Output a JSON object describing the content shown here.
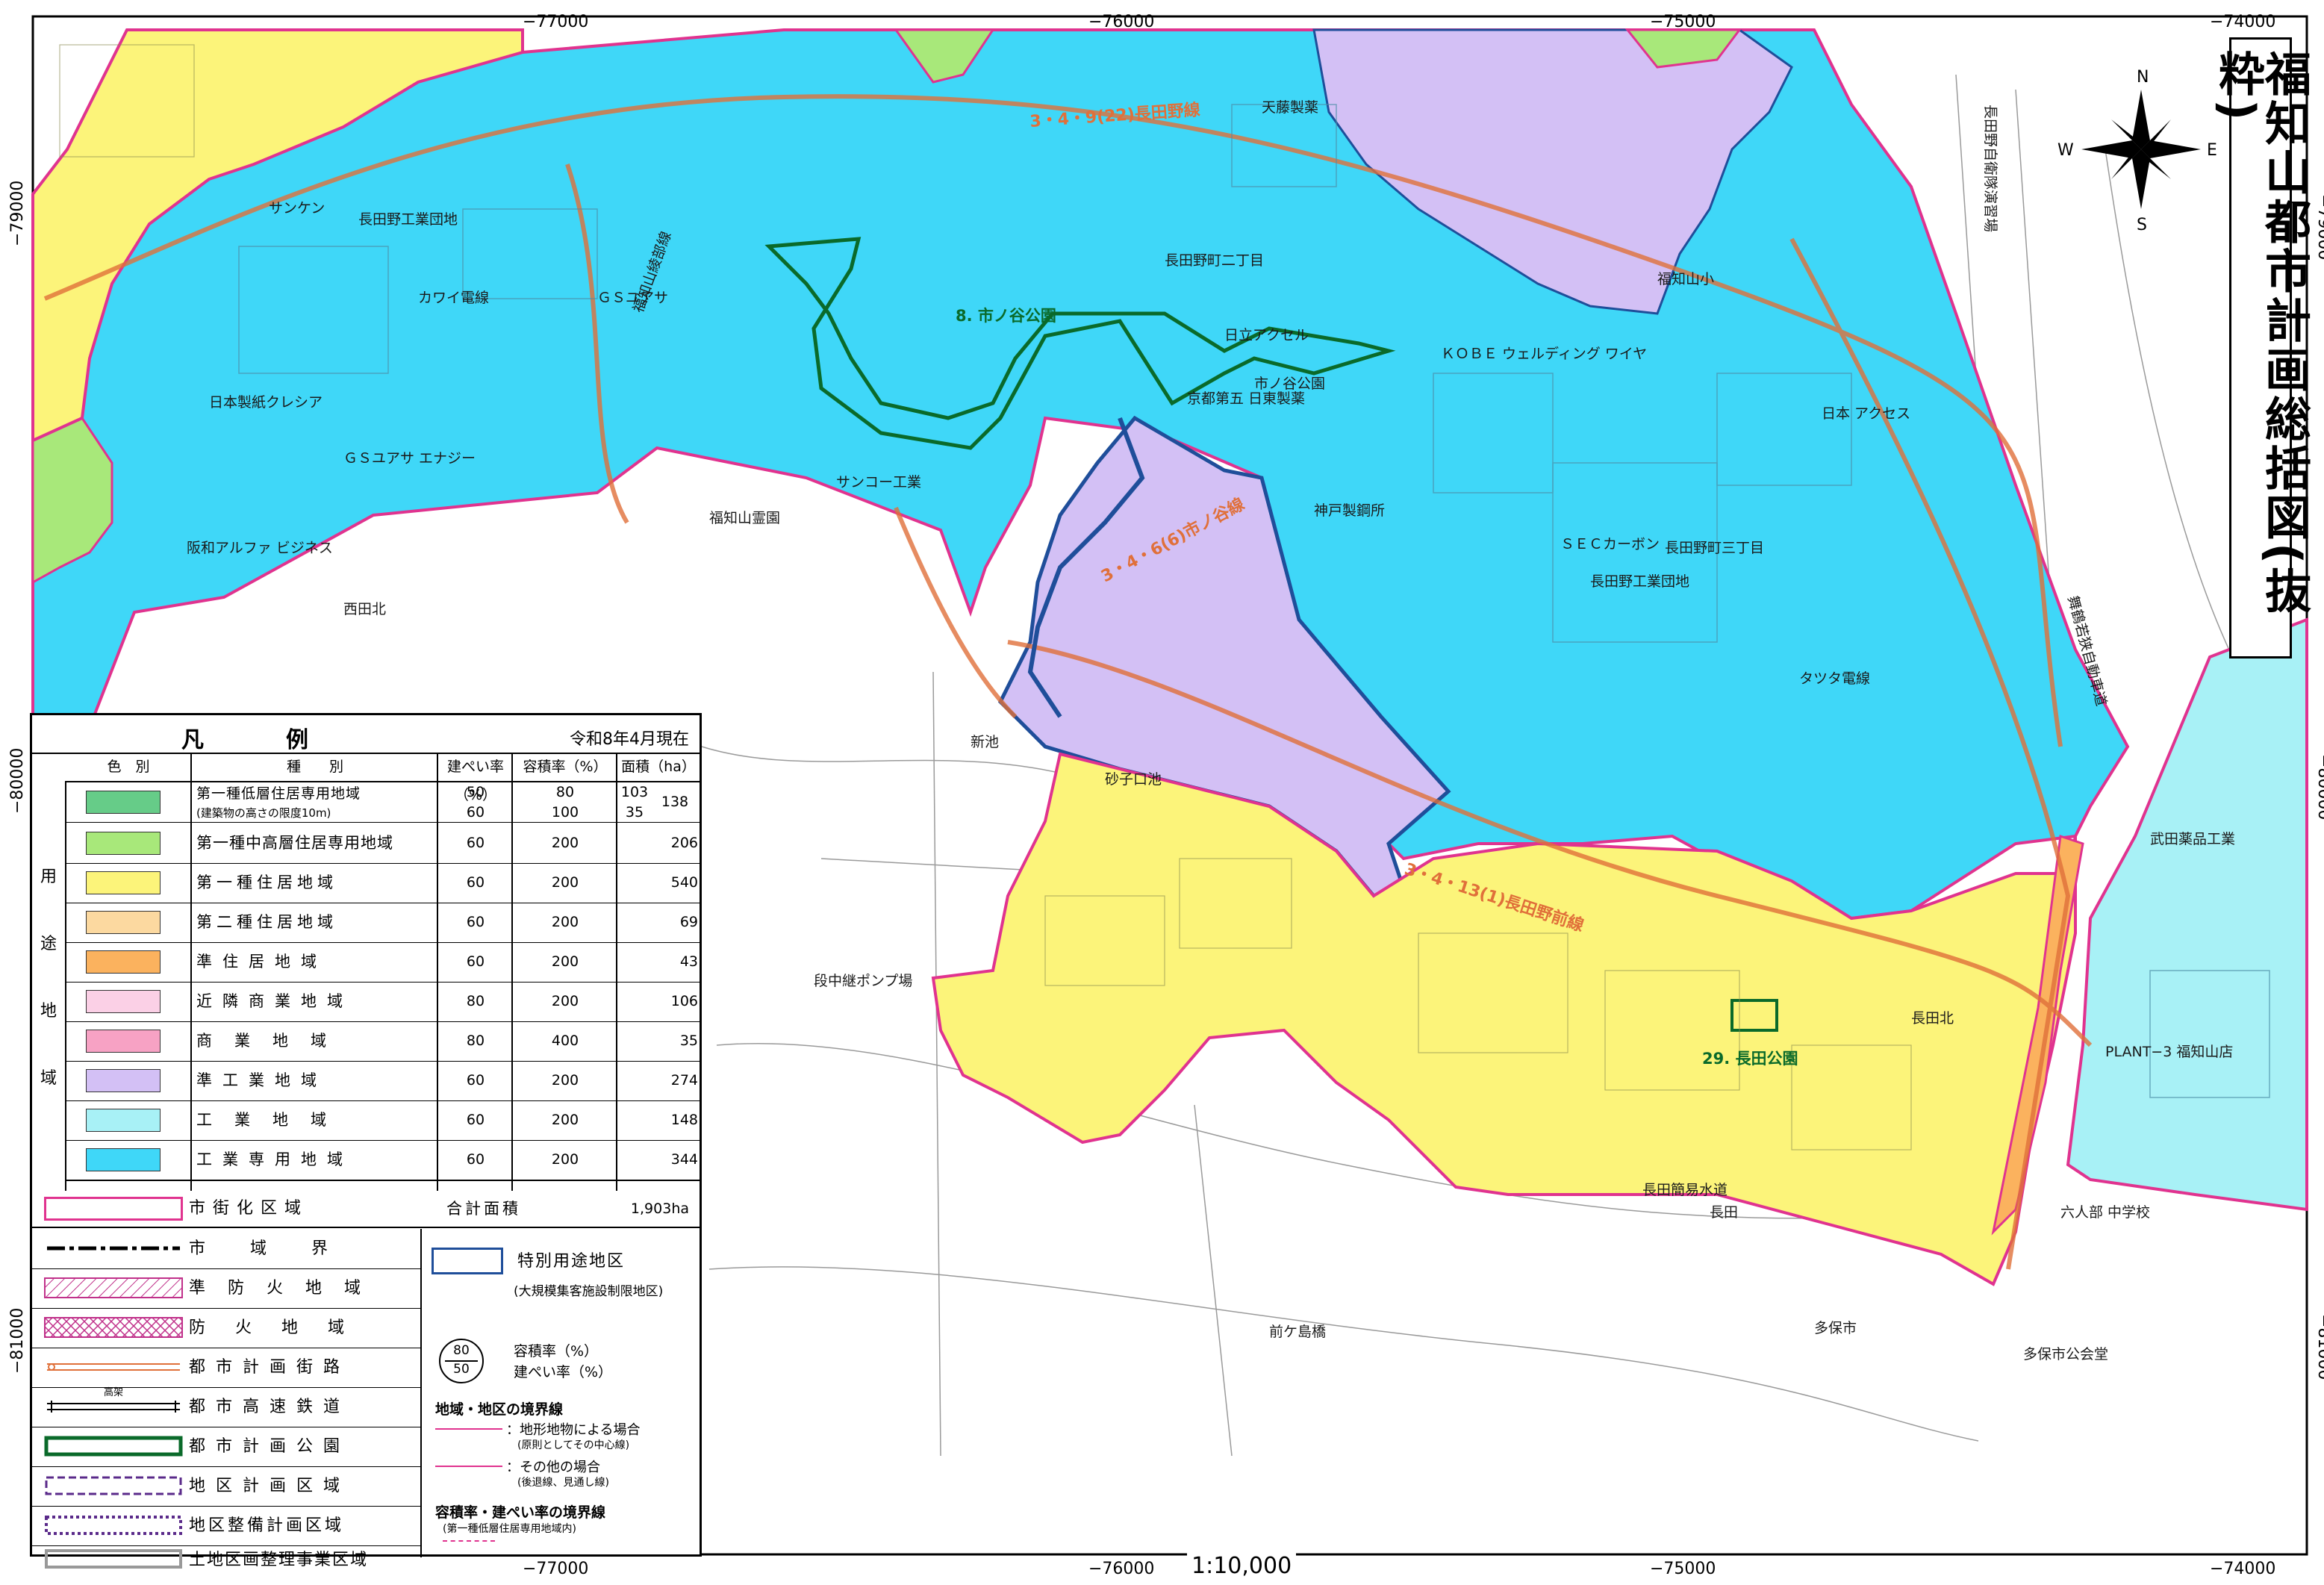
{
  "title": "福知山都市計画総括図(抜粋)",
  "scale": "1:10,000",
  "grid": {
    "top_x_labels": [
      "−77000",
      "−76000",
      "−75000",
      "−74000"
    ],
    "bottom_x_labels": [
      "−77000",
      "−76000",
      "−75000",
      "−74000"
    ],
    "left_y_labels": [
      "−79000",
      "−80000",
      "−81000"
    ],
    "right_y_labels": [
      "−79000",
      "−80000",
      "−81000"
    ]
  },
  "compass": {
    "n": "N",
    "s": "S",
    "e": "E",
    "w": "W"
  },
  "place_labels": [
    "長田野工業団地",
    "サンケン",
    "カワイ電線",
    "ＧＳユアサ",
    "日本製紙クレシア",
    "ＧＳユアサ エナジー",
    "阪和アルファ ビジネス",
    "西田北",
    "日立アクセル",
    "ＫＯＢＥ ウェルディング ワイヤ",
    "神戸製鋼所",
    "ＳＥＣカーボン",
    "長田野町三丁目",
    "長田野工業団地",
    "タツタ電線",
    "日本 アクセス",
    "長田野町二丁目",
    "天藤製薬",
    "福知山小",
    "京都第五 日東製薬",
    "市ノ谷公園",
    "サンコー工業",
    "福知山霊園",
    "砂子口池",
    "新池",
    "長田北",
    "PLANT−3 福知山店",
    "武田薬品工業",
    "多保市",
    "六人部 中学校",
    "多保市公会堂",
    "長田簡易水道",
    "長田",
    "前ケ島橋",
    "長田野自衛隊演習場",
    "段中継ポンプ場"
  ],
  "map_labels": {
    "park_8": "8. 市ノ谷公園",
    "park_29": "29. 長田公園",
    "road_1": "3・4・9(22)長田野線",
    "road_2": "3・4・6(6)市ノ谷線",
    "road_3": "3・4・13(1)長田野前線",
    "road_4": "舞鶴若狭自動車道",
    "road_5": "福知山綾部線"
  },
  "legend": {
    "title": "凡　例",
    "date": "令和8年4月現在",
    "headers": {
      "color": "色　別",
      "kind": "種　　別",
      "bcr": "建ぺい率（%）",
      "far": "容積率（%）",
      "area": "面積（ha）"
    },
    "group_label": [
      "用",
      "途",
      "地",
      "域"
    ],
    "zones": [
      {
        "name": "第一種低層住居専用地域",
        "sub": "(建築物の高さの限度10m)",
        "bcr": [
          "50",
          "60"
        ],
        "far": [
          "80",
          "100"
        ],
        "area_split": [
          "103",
          "35"
        ],
        "area": "138",
        "color": "#66cc88"
      },
      {
        "name": "第一種中高層住居専用地域",
        "bcr": "60",
        "far": "200",
        "area": "206",
        "color": "#a8e87a"
      },
      {
        "name": "第一種住居地域",
        "bcr": "60",
        "far": "200",
        "area": "540",
        "color": "#fcf47a"
      },
      {
        "name": "第二種住居地域",
        "bcr": "60",
        "far": "200",
        "area": "69",
        "color": "#fcd9a0"
      },
      {
        "name": "準住居地域",
        "bcr": "60",
        "far": "200",
        "area": "43",
        "color": "#fbb25e"
      },
      {
        "name": "近隣商業地域",
        "bcr": "80",
        "far": "200",
        "area": "106",
        "color": "#fbd0e6"
      },
      {
        "name": "商業地域",
        "bcr": "80",
        "far": "400",
        "area": "35",
        "color": "#f7a2c4"
      },
      {
        "name": "準工業地域",
        "bcr": "60",
        "far": "200",
        "area": "274",
        "color": "#d3c0f5"
      },
      {
        "name": "工業地域",
        "bcr": "60",
        "far": "200",
        "area": "148",
        "color": "#a8f1f6"
      },
      {
        "name": "工業専用地域",
        "bcr": "60",
        "far": "200",
        "area": "344",
        "color": "#3fd7f8"
      }
    ],
    "urbanized": {
      "name": "市街化区域",
      "total_label": "合計面積",
      "total_value": "1,903ha"
    },
    "symbols": [
      {
        "name": "市域界",
        "key": "city-boundary"
      },
      {
        "name": "準防火地域",
        "key": "semi-fire"
      },
      {
        "name": "防火地域",
        "key": "fire"
      },
      {
        "name": "都市計画街路",
        "key": "street"
      },
      {
        "name": "都市高速鉄道",
        "key": "railway",
        "tag": "高架"
      },
      {
        "name": "都市計画公園",
        "key": "park"
      },
      {
        "name": "地区計画区域",
        "key": "district-plan"
      },
      {
        "name": "地区整備計画区域",
        "key": "district-improve"
      },
      {
        "name": "土地区画整理事業区域",
        "key": "land-readjust"
      }
    ],
    "special_district": {
      "name": "特別用途地区",
      "sub": "(大規模集客施設制限地区)"
    },
    "ratio_sample": {
      "top": "80",
      "bottom": "50",
      "far_label": "容積率（%）",
      "bcr_label": "建ぺい率（%）"
    },
    "boundary": {
      "heading": "地域・地区の境界線",
      "terrain": "：地形地物による場合",
      "terrain_sub": "(原則としてその中心線)",
      "other": "：その他の場合",
      "other_sub": "(後退線、見通し線)",
      "ratio_heading": "容積率・建ぺい率の境界線",
      "ratio_sub": "(第一種低層住居専用地域内)"
    }
  },
  "colors": {
    "industrial_exclusive": "#3fd7f8",
    "industrial": "#a8f1f6",
    "semi_industrial": "#d3c0f5",
    "residential_1": "#fcf47a",
    "mid_high_residential": "#a8e87a",
    "urbanized_boundary": "#e0338f",
    "park_boundary": "#0a6a2a",
    "district_boundary": "#1f4e9a",
    "street": "#e0703a"
  }
}
